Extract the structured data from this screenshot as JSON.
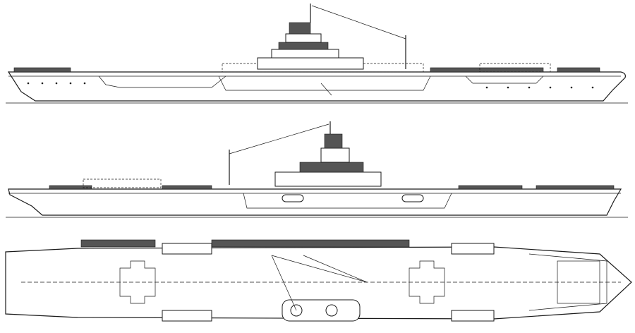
{
  "drawing": {
    "views": [
      "starboard-profile",
      "port-profile",
      "flight-deck-plan"
    ],
    "line_color": "#1a1a1a",
    "background": "#ffffff"
  }
}
